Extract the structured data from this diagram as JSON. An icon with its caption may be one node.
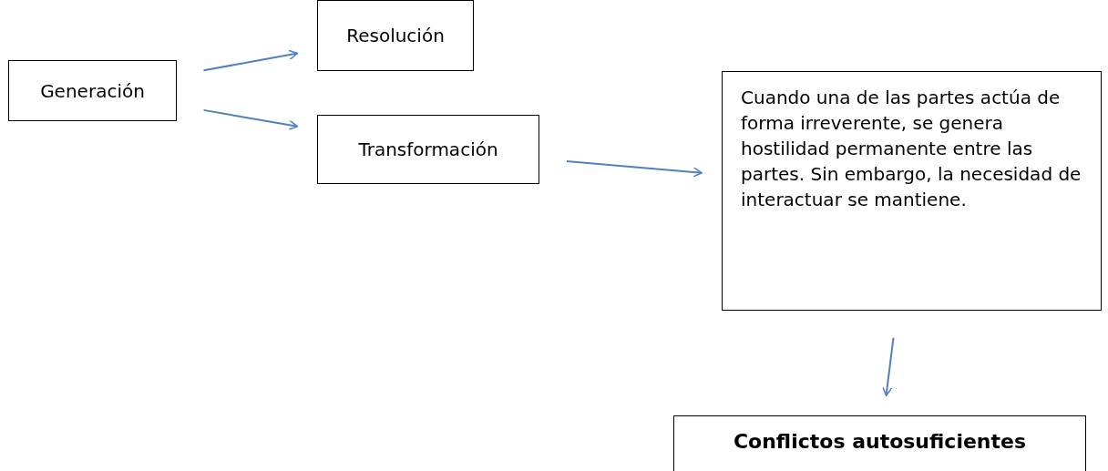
{
  "diagram": {
    "nodes": [
      {
        "text": [
          "Generación"
        ]
      },
      {
        "text": [
          "Resolución"
        ]
      },
      {
        "text": [
          "Transformación"
        ]
      },
      {
        "text": [
          "Cuando una de las partes actúa de forma irreverente, se genera hostilidad permanente entre las partes. Sin embargo, la necesidad de interactuar se mantiene."
        ]
      },
      {
        "text": [
          "Conflictos autosuficientes"
        ]
      }
    ],
    "edges": [
      {
        "from": 0,
        "to": 1,
        "arrow": "to"
      },
      {
        "from": 0,
        "to": 2,
        "arrow": "to"
      },
      {
        "from": 2,
        "to": 3,
        "arrow": "to"
      },
      {
        "from": 3,
        "to": 4,
        "arrow": "to"
      }
    ]
  }
}
